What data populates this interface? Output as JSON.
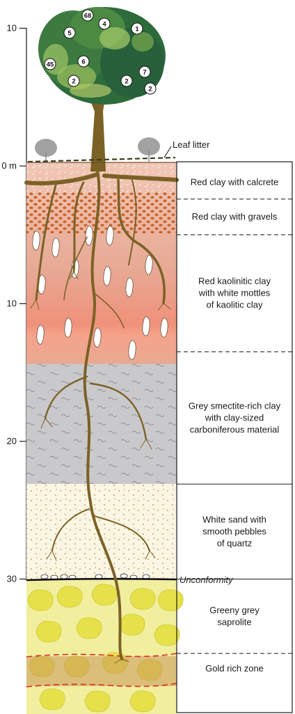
{
  "depth_axis": {
    "ticks": [
      {
        "value": -10,
        "label": "10"
      },
      {
        "value": 0,
        "label": "0 m"
      },
      {
        "value": 10,
        "label": "10"
      },
      {
        "value": 20,
        "label": "20"
      },
      {
        "value": 30,
        "label": "30"
      }
    ]
  },
  "annotations": {
    "leaf_litter": "Leaf litter",
    "unconformity": "Unconformity"
  },
  "layers": [
    {
      "lines": [
        "Red clay with calcrete"
      ],
      "from": 0,
      "to": 2.4
    },
    {
      "lines": [
        "Red clay with gravels"
      ],
      "from": 2.4,
      "to": 5
    },
    {
      "lines": [
        "Red kaolinitic clay",
        "with white mottles",
        "of kaolitic clay"
      ],
      "from": 5,
      "to": 13.5
    },
    {
      "lines": [
        "Grey smectite-rich clay",
        "with clay-sized",
        "carboniferous material"
      ],
      "from": 13.5,
      "to": 23.1
    },
    {
      "lines": [
        "White sand with",
        "smooth pebbles",
        "of quartz"
      ],
      "from": 23.1,
      "to": 30
    },
    {
      "lines": [
        "Greeny grey",
        "saprolite"
      ],
      "from": 30,
      "to": 35.4
    },
    {
      "lines": [
        "Gold rich zone"
      ],
      "from": 35.4,
      "to": 37.6
    }
  ],
  "tree_badges": [
    "68",
    "4",
    "5",
    "1",
    "6",
    "45",
    "7",
    "2",
    "2",
    "2"
  ],
  "colors": {
    "red_clay": "#e9a892",
    "gravel": "#c9652a",
    "grey_clay": "#c9c9cb",
    "white_sand": "#fbf6e4",
    "saprolite": "#f1ef9e",
    "saprolite_blob": "#e6e14a",
    "gold_zone": "#d8ad74",
    "root": "#7b6126",
    "foliage": "#2e6b3b"
  }
}
